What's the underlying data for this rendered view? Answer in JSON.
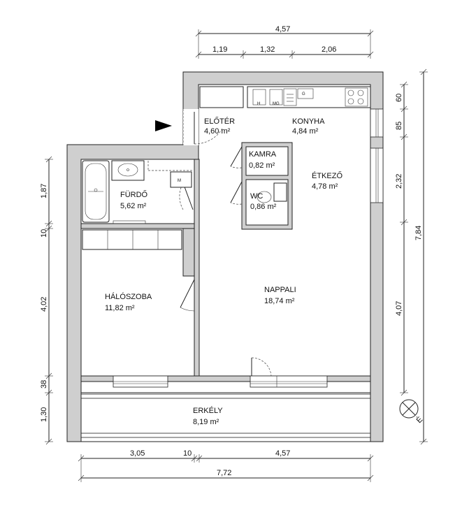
{
  "rooms": {
    "eloter": {
      "name": "ELŐTÉR",
      "area": "4,60 m²"
    },
    "konyha": {
      "name": "KONYHA",
      "area": "4,84 m²"
    },
    "kamra": {
      "name": "KAMRA",
      "area": "0,82 m²"
    },
    "etkezo": {
      "name": "ÉTKEZŐ",
      "area": "4,78 m²"
    },
    "furdo": {
      "name": "FÜRDŐ",
      "area": "5,62 m²"
    },
    "wc": {
      "name": "WC",
      "area": "0,86 m²"
    },
    "haloszoba": {
      "name": "HÁLÓSZOBA",
      "area": "11,82 m²"
    },
    "nappali": {
      "name": "NAPPALI",
      "area": "18,74 m²"
    },
    "erkely": {
      "name": "ERKÉLY",
      "area": "8,19 m²"
    }
  },
  "fixtures": {
    "h": "H",
    "mg": "MG",
    "m": "M",
    "g": "G"
  },
  "dimensions": {
    "top_total": "4,57",
    "top_segments": [
      "1,19",
      "1,32",
      "2,06"
    ],
    "right": [
      "60",
      "85",
      "2,32",
      "4,07"
    ],
    "right_total": "7,84",
    "left": [
      "1,87",
      "10",
      "4,02",
      "38",
      "1,30"
    ],
    "bottom_segments": [
      "3,05",
      "10",
      "4,57"
    ],
    "bottom_total": "7,72"
  },
  "compass": {
    "label": "É"
  }
}
